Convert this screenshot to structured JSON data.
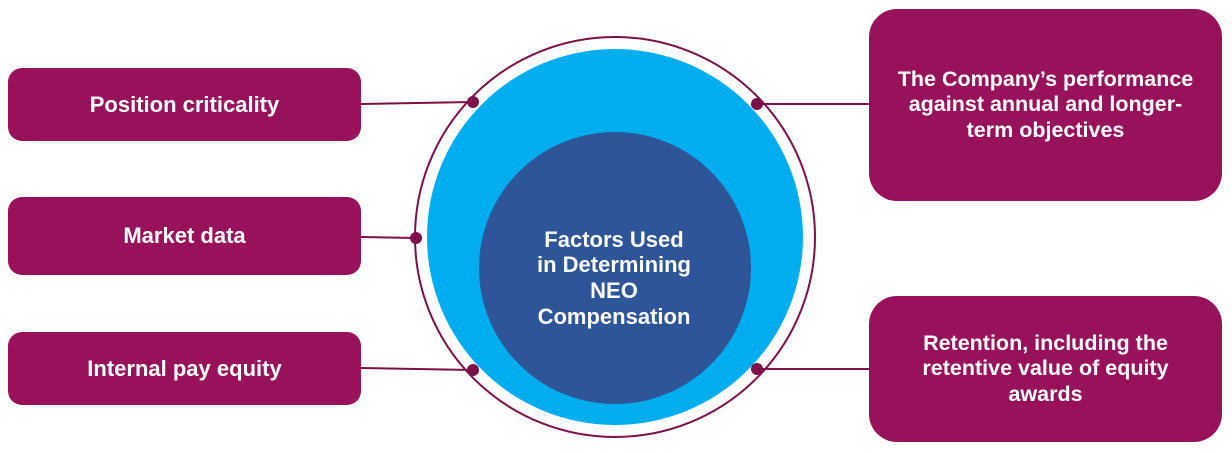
{
  "center": {
    "title": "Factors Used\nin Determining\nNEO\nCompensation"
  },
  "factors_left": [
    {
      "label": "Position criticality"
    },
    {
      "label": "Market data"
    },
    {
      "label": "Internal pay equity"
    }
  ],
  "factors_right": [
    {
      "label": "The Company’s performance against annual and longer-term objectives"
    },
    {
      "label": "Retention, including the retentive value of equity awards"
    }
  ],
  "colors": {
    "factor_box": "#98125b",
    "connector": "#7d0f4a",
    "outer_ring": "#00aeef",
    "inner_circle": "#2e5597",
    "text": "#ffffff"
  }
}
